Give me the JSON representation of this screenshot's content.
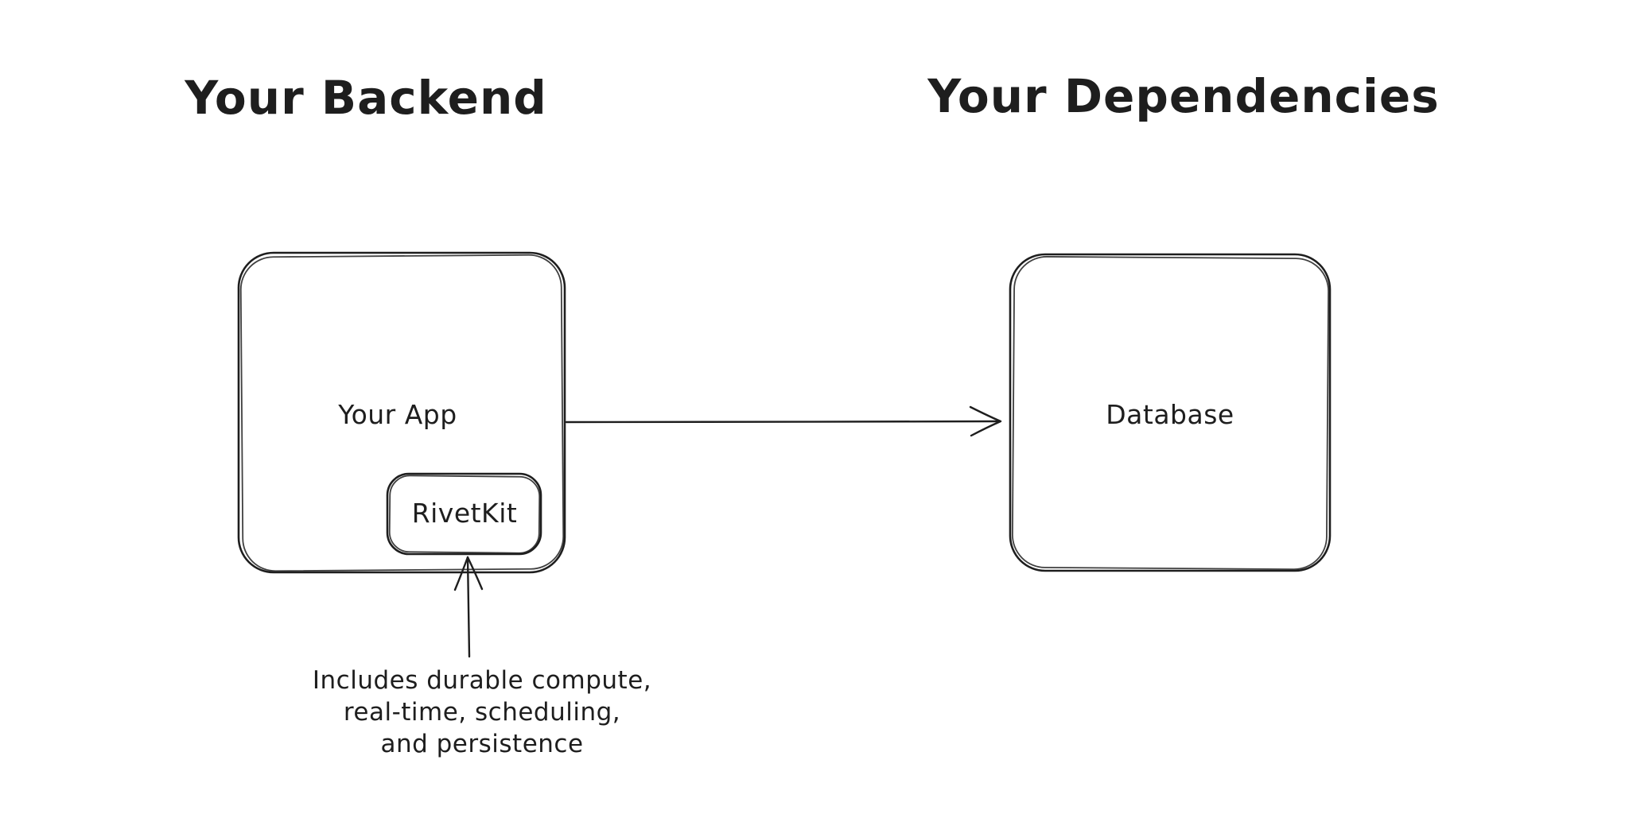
{
  "diagram": {
    "type": "architecture-sketch",
    "background": "#ffffff",
    "stroke_color": "#1e1e1e",
    "text_color": "#1e1e1e",
    "sections": {
      "left": {
        "title": "Your Backend"
      },
      "right": {
        "title": "Your Dependencies"
      }
    },
    "nodes": {
      "your_app": {
        "label": "Your App"
      },
      "rivetkit": {
        "label": "RivetKit",
        "contained_in": "Your App"
      },
      "database": {
        "label": "Database"
      }
    },
    "annotation": {
      "lines": [
        "Includes durable compute,",
        "real-time, scheduling,",
        "and persistence"
      ],
      "points_to": "RivetKit"
    },
    "edges": [
      {
        "from": "Your App",
        "to": "Database",
        "style": "arrow"
      },
      {
        "from": "annotation",
        "to": "RivetKit",
        "style": "arrow"
      }
    ]
  }
}
